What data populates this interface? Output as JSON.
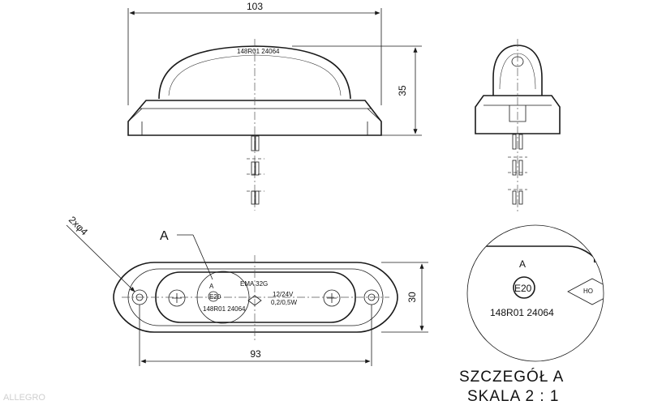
{
  "dimensions": {
    "overall_length": "103",
    "height": "35",
    "mount_spacing": "93",
    "width": "30",
    "holes": "2xφ4"
  },
  "callout": {
    "label": "A"
  },
  "markings": {
    "model": "EMA 32G",
    "approval_mark": "E20",
    "approval_number": "148R01 24064",
    "voltage": "12/24V",
    "power": "0,2/0,5W",
    "direction_mark": "HO"
  },
  "detail_view": {
    "marker": "A",
    "partial_text": "E",
    "title_line1": "SZCZEGÓŁ A",
    "title_line2": "SKALA 2 : 1"
  },
  "top_view": {
    "tiny_text": "148R01 24064"
  },
  "watermark": "ALLEGRO"
}
